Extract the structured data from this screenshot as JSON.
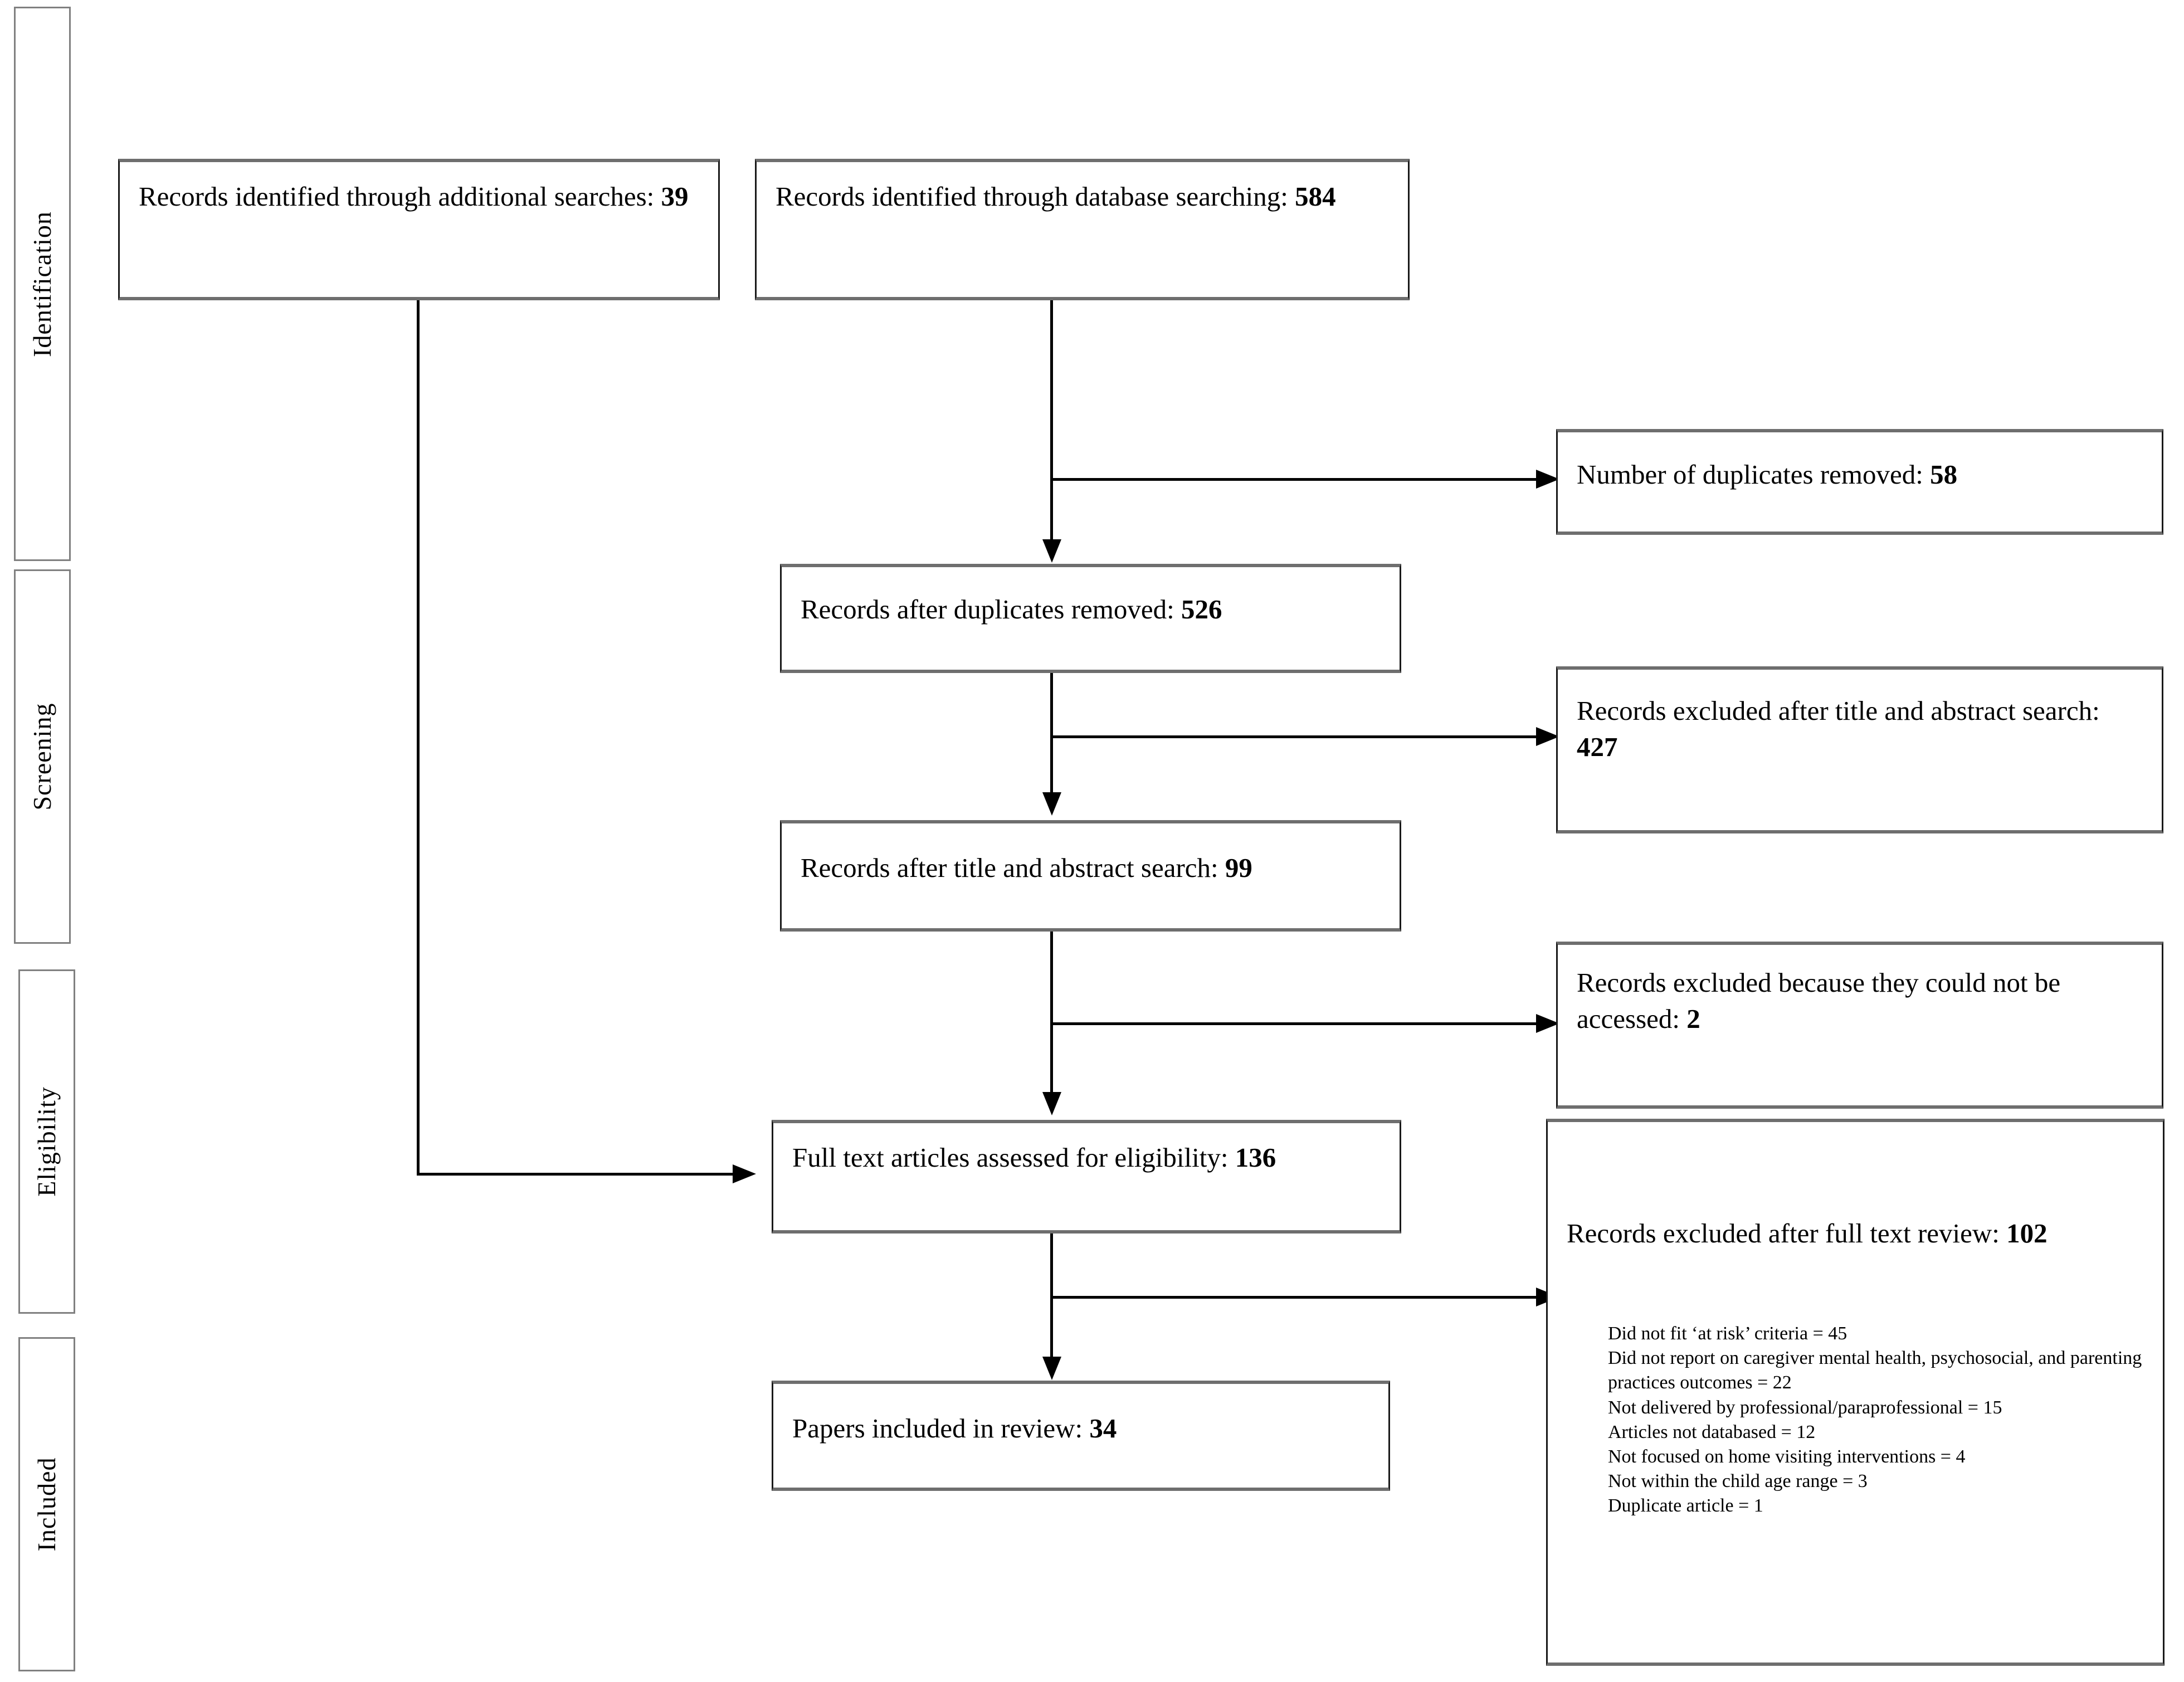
{
  "diagram": {
    "title": "PRISMA study selection flow diagram",
    "type": "prisma-flow",
    "colors": {
      "box_border": "#1a1a1a",
      "box_shadow_edge": "#6e6e6e",
      "stage_border": "#808080",
      "connector": "#000000",
      "background": "#ffffff"
    }
  },
  "stages": [
    {
      "id": "identification",
      "label": "Identification"
    },
    {
      "id": "screening",
      "label": "Screening"
    },
    {
      "id": "eligibility",
      "label": "Eligibility"
    },
    {
      "id": "included",
      "label": "Included"
    }
  ],
  "boxes": {
    "additional_searches": {
      "text": "Records identified through additional searches: ",
      "value": "39"
    },
    "database_searching": {
      "text": "Records identified through database searching: ",
      "value": "584"
    },
    "duplicates_removed": {
      "text": "Number of duplicates removed: ",
      "value": "58"
    },
    "after_duplicates": {
      "text": "Records after duplicates removed: ",
      "value": "526"
    },
    "excluded_title_abstract": {
      "text": "Records excluded after title and abstract search: ",
      "value": "427"
    },
    "after_title_abstract": {
      "text": "Records after title and abstract search: ",
      "value": "99"
    },
    "excluded_not_accessed": {
      "text": "Records excluded because they could not be accessed: ",
      "value": "2"
    },
    "full_text_assessed": {
      "text": "Full text articles assessed for eligibility: ",
      "value": "136"
    },
    "excluded_full_text": {
      "text": "Records excluded after full text review: ",
      "value": "102",
      "reasons": [
        "Did not fit ‘at risk’ criteria = 45",
        "Did not report on caregiver mental health, psychosocial, and parenting practices outcomes = 22",
        "Not delivered by professional/paraprofessional = 15",
        "Articles not databased = 12",
        "Not focused on home visiting interventions = 4",
        "Not within the child age range = 3",
        "Duplicate article = 1"
      ]
    },
    "papers_included": {
      "text": "Papers included in review: ",
      "value": "34"
    }
  },
  "chart_data": {
    "type": "table",
    "title": "PRISMA study selection counts",
    "categories": [
      "Records identified through additional searches",
      "Records identified through database searching",
      "Number of duplicates removed",
      "Records after duplicates removed",
      "Records excluded after title and abstract search",
      "Records after title and abstract search",
      "Records excluded because they could not be accessed",
      "Full text articles assessed for eligibility",
      "Records excluded after full text review",
      "Papers included in review"
    ],
    "values": [
      39,
      584,
      58,
      526,
      427,
      99,
      2,
      136,
      102,
      34
    ],
    "exclusion_reasons": {
      "categories": [
        "Did not fit ‘at risk’ criteria",
        "Did not report on caregiver mental health, psychosocial, and parenting practices outcomes",
        "Not delivered by professional/paraprofessional",
        "Articles not databased",
        "Not focused on home visiting interventions",
        "Not within the child age range",
        "Duplicate article"
      ],
      "values": [
        45,
        22,
        15,
        12,
        4,
        3,
        1
      ]
    }
  }
}
